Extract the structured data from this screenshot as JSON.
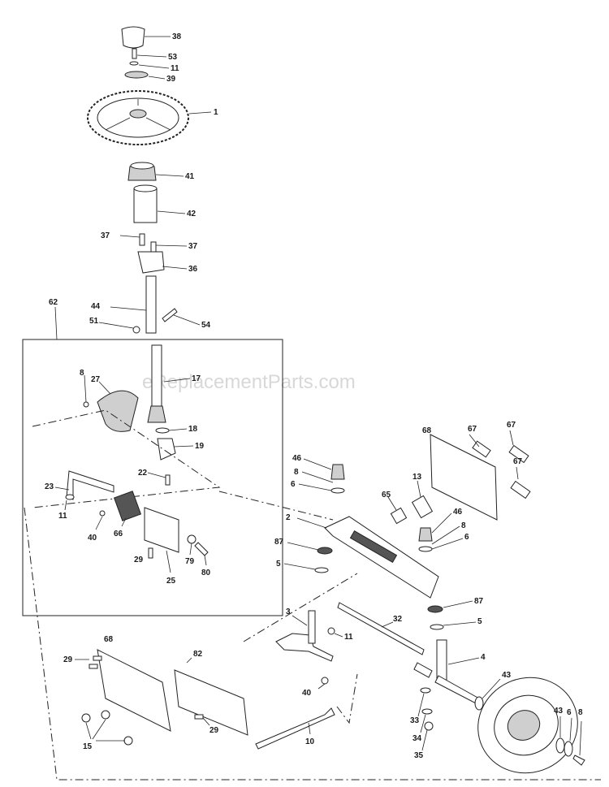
{
  "watermark": "eReplacementParts.com",
  "labels": {
    "p38": "38",
    "p53": "53",
    "p11a": "11",
    "p39": "39",
    "p1": "1",
    "p41": "41",
    "p42": "42",
    "p37a": "37",
    "p37b": "37",
    "p36": "36",
    "p62": "62",
    "p44": "44",
    "p51": "51",
    "p54": "54",
    "p8a": "8",
    "p27": "27",
    "p17": "17",
    "p18": "18",
    "p19": "19",
    "p22": "22",
    "p23": "23",
    "p11b": "11",
    "p40a": "40",
    "p66": "66",
    "p29a": "29",
    "p79": "79",
    "p80": "80",
    "p25": "25",
    "p68a": "68",
    "p67a": "67",
    "p67b": "67",
    "p67c": "67",
    "p46a": "46",
    "p8b": "8",
    "p6a": "6",
    "p13": "13",
    "p65": "65",
    "p46b": "46",
    "p8c": "8",
    "p6b": "6",
    "p2": "2",
    "p87a": "87",
    "p5a": "5",
    "p87b": "87",
    "p5b": "5",
    "p3": "3",
    "p11c": "11",
    "p32": "32",
    "p4": "4",
    "p68b": "68",
    "p29b": "29",
    "p82": "82",
    "p40b": "40",
    "p43a": "43",
    "p33": "33",
    "p43b": "43",
    "p6c": "6",
    "p8d": "8",
    "p34": "34",
    "p29c": "29",
    "p15": "15",
    "p10": "10",
    "p35": "35"
  }
}
